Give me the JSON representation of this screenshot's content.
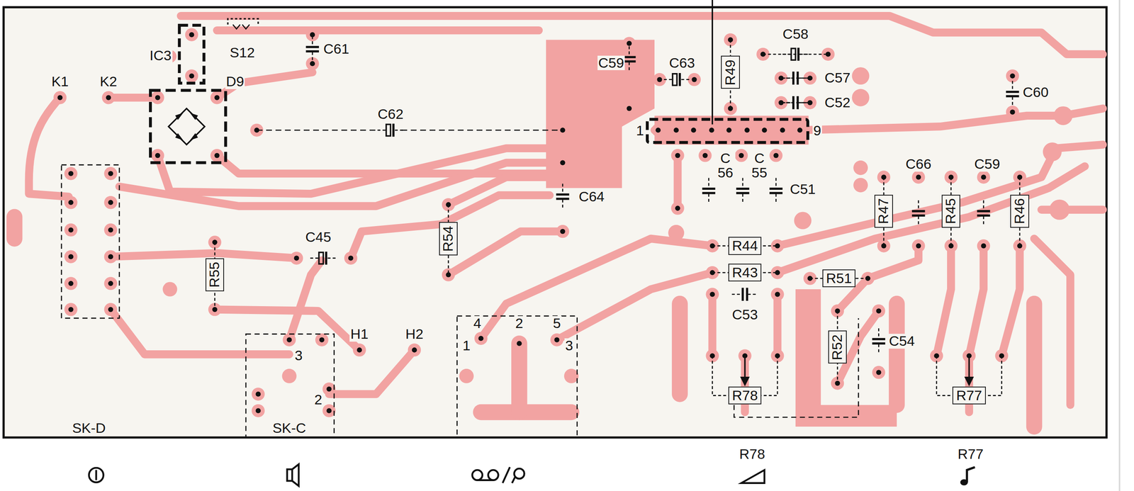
{
  "diagram": {
    "nodes": [
      {
        "text": [
          "R49"
        ]
      },
      {
        "text": [
          "R54"
        ]
      },
      {
        "text": [
          "R47"
        ]
      },
      {
        "text": [
          "R45"
        ]
      },
      {
        "text": [
          "R46"
        ]
      },
      {
        "text": [
          "R44"
        ]
      },
      {
        "text": [
          "R55"
        ]
      },
      {
        "text": [
          "R43"
        ]
      },
      {
        "text": [
          "R51"
        ]
      },
      {
        "text": [
          "R52"
        ]
      },
      {
        "text": [
          "R78"
        ]
      },
      {
        "text": [
          "R77"
        ]
      }
    ],
    "labels": [
      "IC3",
      "S12",
      "C61",
      "C58",
      "C59",
      "C63",
      "C57",
      "K1",
      "K2",
      "D9",
      "C60",
      "C52",
      "C62",
      "1",
      "9",
      "C 56",
      "C 55",
      "C66",
      "C59",
      "C51",
      "C64",
      "C45",
      "C53",
      "4",
      "2",
      "5",
      "H1",
      "H2",
      "C54",
      "1",
      "3",
      "3",
      "2",
      "SK-D",
      "SK-C",
      "R78",
      "R77"
    ]
  }
}
